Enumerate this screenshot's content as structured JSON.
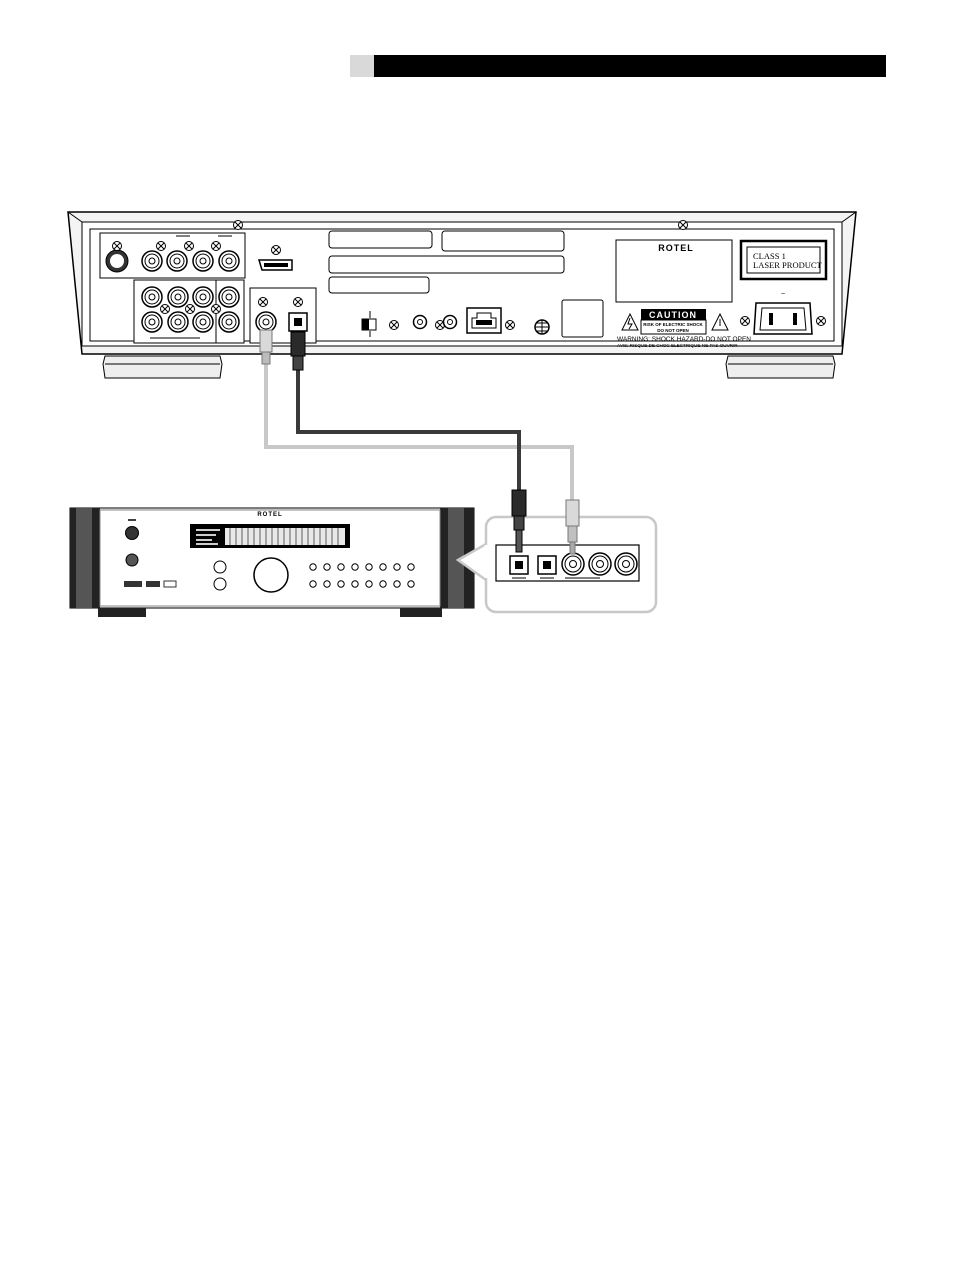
{
  "receiver_panel": {
    "brand_logo": "ROTEL",
    "laser_label": {
      "line1": "CLASS 1",
      "line2": "LASER PRODUCT"
    },
    "caution": {
      "title": "CAUTION",
      "line1": "RISK OF ELECTRIC SHOCK",
      "line2": "DO NOT OPEN",
      "warning_en": "WARNING: SHOCK HAZARD-DO NOT OPEN",
      "warning_fr": "AVIS: RISQUE DE CHOC ELECTRIQUE-NE PAS OUVRIR"
    },
    "power_mark": "~"
  },
  "amplifier": {
    "brand_logo": "ROTEL"
  },
  "icons": [
    "screw-icon",
    "warning-triangle-icon",
    "lightning-triangle-icon",
    "ground-icon"
  ],
  "colors": {
    "optical_cable": "#3a3a3a",
    "coax_cable": "#c8c8c8",
    "panel_outline": "#000000"
  }
}
